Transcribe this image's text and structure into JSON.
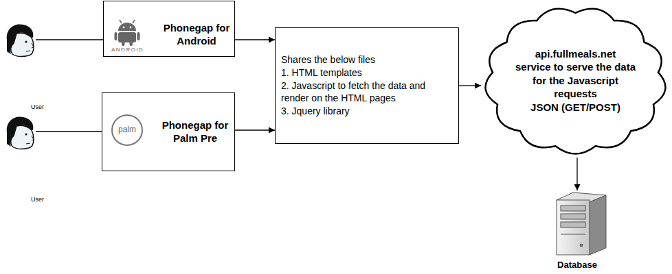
{
  "diagram": {
    "nodes": [
      {
        "text": [
          "User"
        ]
      },
      {
        "text": [
          "Phonegap for Android"
        ]
      },
      {
        "text": [
          "User"
        ]
      },
      {
        "text": [
          "Phonegap for Palm Pre"
        ]
      },
      {
        "text": [
          "Shares the below files",
          "1. HTML templates",
          "2. Javascript to fetch the data and render on the HTML pages",
          "3. Jquery library"
        ]
      },
      {
        "text": [
          "api.fullmeals.net",
          "service to serve the data for the Javascript requests",
          "JSON (GET/POST)"
        ]
      },
      {
        "text": [
          "Database"
        ]
      }
    ],
    "edges": [
      {
        "from": 0,
        "to": 1,
        "arrow": "none"
      },
      {
        "from": 1,
        "to": 4,
        "arrow": "to"
      },
      {
        "from": 2,
        "to": 3,
        "arrow": "none"
      },
      {
        "from": 3,
        "to": 4,
        "arrow": "to"
      },
      {
        "from": 4,
        "to": 5,
        "arrow": "to"
      },
      {
        "from": 5,
        "to": 6,
        "arrow": "to"
      }
    ],
    "labels": [
      "ANDROID",
      "palm"
    ]
  }
}
